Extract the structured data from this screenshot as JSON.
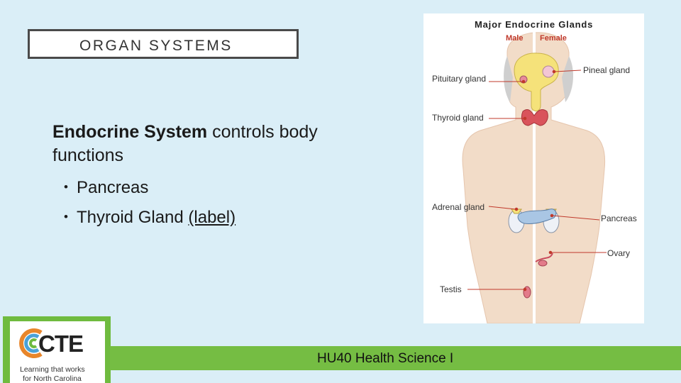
{
  "slide": {
    "title": "ORGAN SYSTEMS",
    "heading_bold": "Endocrine System",
    "heading_rest": " controls body functions",
    "bullets": [
      {
        "text": "Pancreas",
        "link": ""
      },
      {
        "text": "Thyroid Gland ",
        "link": "(label)"
      }
    ],
    "bullet_glyph": "•"
  },
  "figure": {
    "title": "Major Endocrine Glands",
    "legend_male": "Male",
    "legend_female": "Female",
    "labels": {
      "pituitary": "Pituitary gland",
      "pineal": "Pineal gland",
      "thyroid": "Thyroid gland",
      "adrenal": "Adrenal gland",
      "pancreas": "Pancreas",
      "ovary": "Ovary",
      "testis": "Testis"
    },
    "colors": {
      "label_red": "#c0392b",
      "skin": "#f2dcc8",
      "gland": "#f5e27a",
      "thyroid": "#d9535b"
    }
  },
  "footer": {
    "course": "HU40 Health Science I"
  },
  "logo": {
    "word": "CTE",
    "tagline_1": "Learning that works",
    "tagline_2": "for North Carolina",
    "colors": [
      "#e8862b",
      "#4aa1d6",
      "#6fbb3f"
    ]
  }
}
